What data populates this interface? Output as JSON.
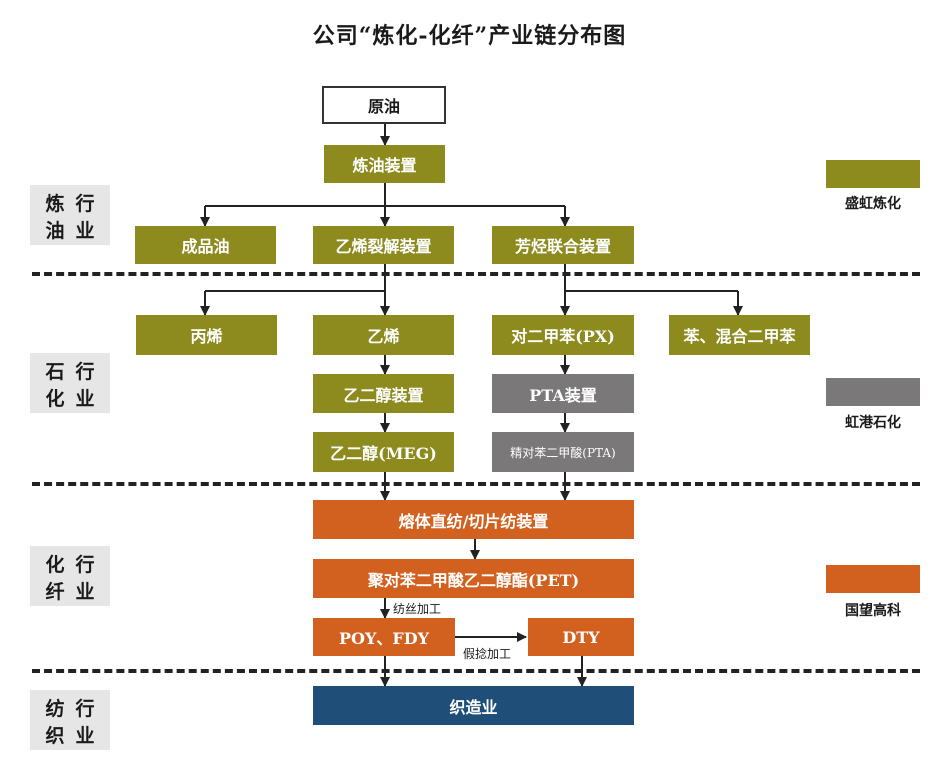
{
  "title": "公司“炼化-化纤”产业链分布图",
  "sectors": {
    "refining": [
      "炼",
      "行",
      "油",
      "业"
    ],
    "petrochem": [
      "石",
      "行",
      "化",
      "业"
    ],
    "fiber": [
      "化",
      "行",
      "纤",
      "业"
    ],
    "textile": [
      "纺",
      "行",
      "织",
      "业"
    ]
  },
  "nodes": {
    "crude_oil": "原油",
    "refinery_unit": "炼油装置",
    "refined_oil": "成品油",
    "ethylene_cracker": "乙烯裂解装置",
    "aromatics_unit": "芳烃联合装置",
    "propylene": "丙烯",
    "ethylene": "乙烯",
    "px": "对二甲苯(PX)",
    "benzene_xylene": "苯、混合二甲苯",
    "eg_unit": "乙二醇装置",
    "pta_unit": "PTA装置",
    "meg": "乙二醇(MEG)",
    "pta": "精对苯二甲酸(PTA)",
    "spinning_unit": "熔体直纺/切片纺装置",
    "pet": "聚对苯二甲酸乙二醇酯(PET)",
    "poy_fdy": "POY、FDY",
    "dty": "DTY",
    "weaving": "织造业"
  },
  "process_labels": {
    "spinning": "纺丝加工",
    "texturing": "假捻加工"
  },
  "legend": [
    {
      "label": "盛虹炼化",
      "color": "#8d8a1e"
    },
    {
      "label": "虹港石化",
      "color": "#7a7879"
    },
    {
      "label": "国望高科",
      "color": "#d2601e"
    }
  ]
}
